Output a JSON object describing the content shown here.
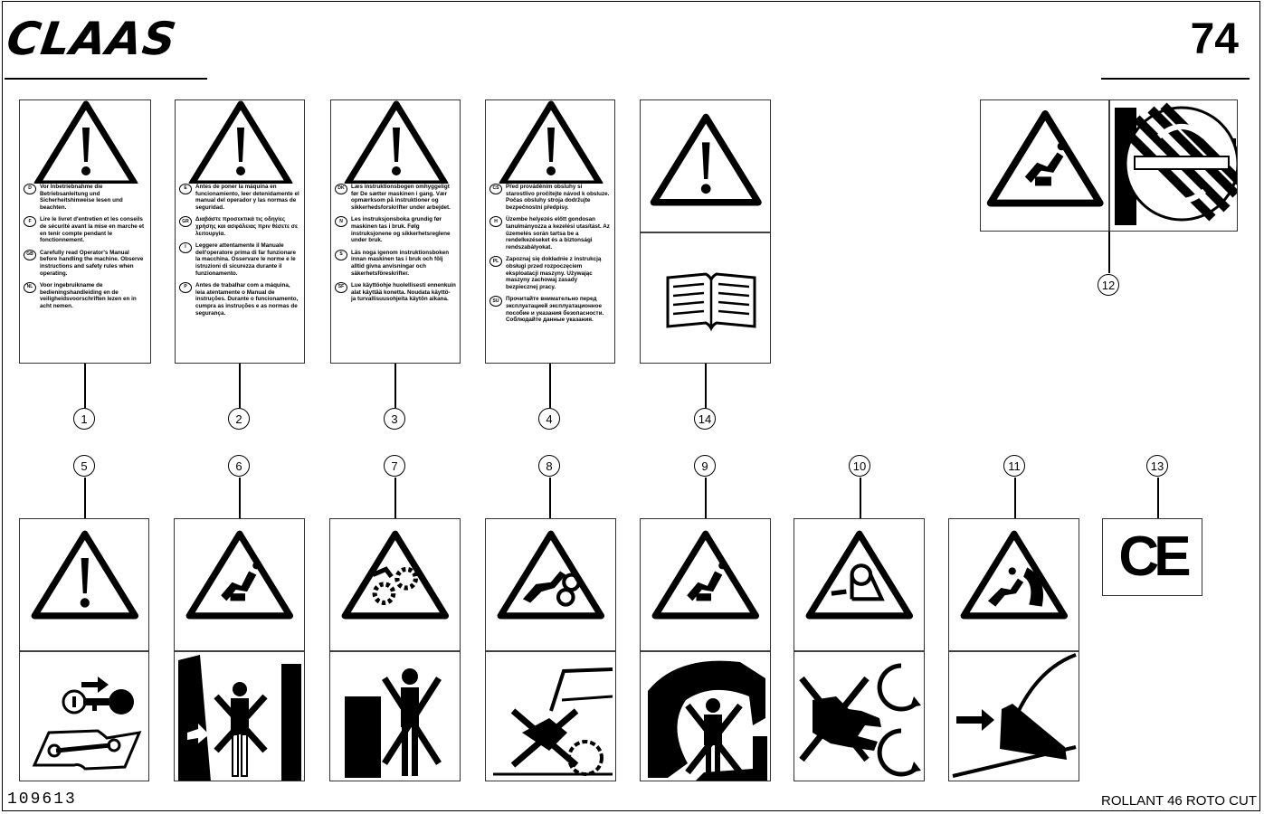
{
  "header": {
    "logo_text": "CLAAS",
    "page_number": "74"
  },
  "footer": {
    "document_number": "109613",
    "model": "ROLLANT 46 ROTO CUT"
  },
  "text_labels": [
    {
      "callout": "1",
      "lines": [
        {
          "code": "D",
          "text": "Vor Inbetriebnahme die Betriebsanleitung und Sicherheitshinweise lesen und beachten."
        },
        {
          "code": "F",
          "text": "Lire le livret d'entretien et les conseils de sécurité avant la mise en marche et en tenir compte pendant le fonctionnement."
        },
        {
          "code": "GB",
          "text": "Carefully read Operator's Manual before handling the machine. Observe instructions and safety rules when operating."
        },
        {
          "code": "NL",
          "text": "Voor ingebruikname de bedieningshandleiding en de veiligheidsvoorschriften lezen en in acht nemen."
        }
      ]
    },
    {
      "callout": "2",
      "lines": [
        {
          "code": "E",
          "text": "Antes de poner la máquina en funcionamiento, leer detenidamente el manual del operador y las normas de seguridad."
        },
        {
          "code": "GR",
          "text": "Διαβάστε προσεκτικά τις οδηγίες χρήσης και ασφάλειας πριν θέσετε σε λειτουργία."
        },
        {
          "code": "I",
          "text": "Leggere attentamente il Manuale dell'operatore prima di far funzionare la macchina. Osservare le norme e le istruzioni di sicurezza durante il funzionamento."
        },
        {
          "code": "P",
          "text": "Antes de trabalhar com a máquina, leia atentamente o Manual de instruções. Durante o funcionamento, cumpra as instruções e as normas de segurança."
        }
      ]
    },
    {
      "callout": "3",
      "lines": [
        {
          "code": "DK",
          "text": "Læs instruktionsbogen omhyggeligt før De sætter maskinen i gang. Vær opmærksom på instruktioner og sikkerhedsforskrifter under arbejdet."
        },
        {
          "code": "N",
          "text": "Les instruksjonsboka grundig før maskinen tas i bruk. Følg instruksjonene og sikkerhetsreglene under bruk."
        },
        {
          "code": "S",
          "text": "Läs noga igenom instruktionsboken innan maskinen tas i bruk och följ alltid givna anvisningar och säkerhetsföreskrifter."
        },
        {
          "code": "SF",
          "text": "Lue käyttöohje huolellisesti ennenkuin alat käyttää konetta. Noudata käyttö- ja turvallisuusohjeita käytön aikana."
        }
      ]
    },
    {
      "callout": "4",
      "lines": [
        {
          "code": "CS",
          "text": "Před prováděním obsluhy si starostlivo pročítejte návod k obsluze. Počas obsluhy stroja dodržujte bezpečnostní předpisy."
        },
        {
          "code": "H",
          "text": "Üzembe helyezés előtt gondosan tanulmányozza a kezelési utasítást. Az üzemelés során tartsa be a rendelkezéseket és a biztonsági rendszabályokat."
        },
        {
          "code": "PL",
          "text": "Zapoznaj się dokładnie z instrukcją obsługi przed rozpoczęciem eksploatacji maszyny. Używając maszyny zachowaj zasady bezpiecznej pracy."
        },
        {
          "code": "SU",
          "text": "Прочитайте внимательно перед эксплуатацией эксплуатационное пособие и указания безопасности. Соблюдайте данные указания."
        }
      ]
    }
  ],
  "pictogram_labels": [
    {
      "callout": "14",
      "top": "warning",
      "bottom": "manual"
    },
    {
      "callout": "12",
      "top": "crush",
      "bottom": "rotor"
    },
    {
      "callout": "5",
      "top": "warning",
      "bottom": "key-manual"
    },
    {
      "callout": "6",
      "top": "crush",
      "bottom": "door"
    },
    {
      "callout": "7",
      "top": "gears",
      "bottom": "stand"
    },
    {
      "callout": "8",
      "top": "rollers",
      "bottom": "pickup"
    },
    {
      "callout": "9",
      "top": "crush",
      "bottom": "chamber"
    },
    {
      "callout": "10",
      "top": "belt",
      "bottom": "hand-rotation"
    },
    {
      "callout": "11",
      "top": "rotor-person",
      "bottom": "ramp"
    },
    {
      "callout": "13",
      "top": "ce",
      "bottom": ""
    }
  ],
  "ce_mark": "CE"
}
